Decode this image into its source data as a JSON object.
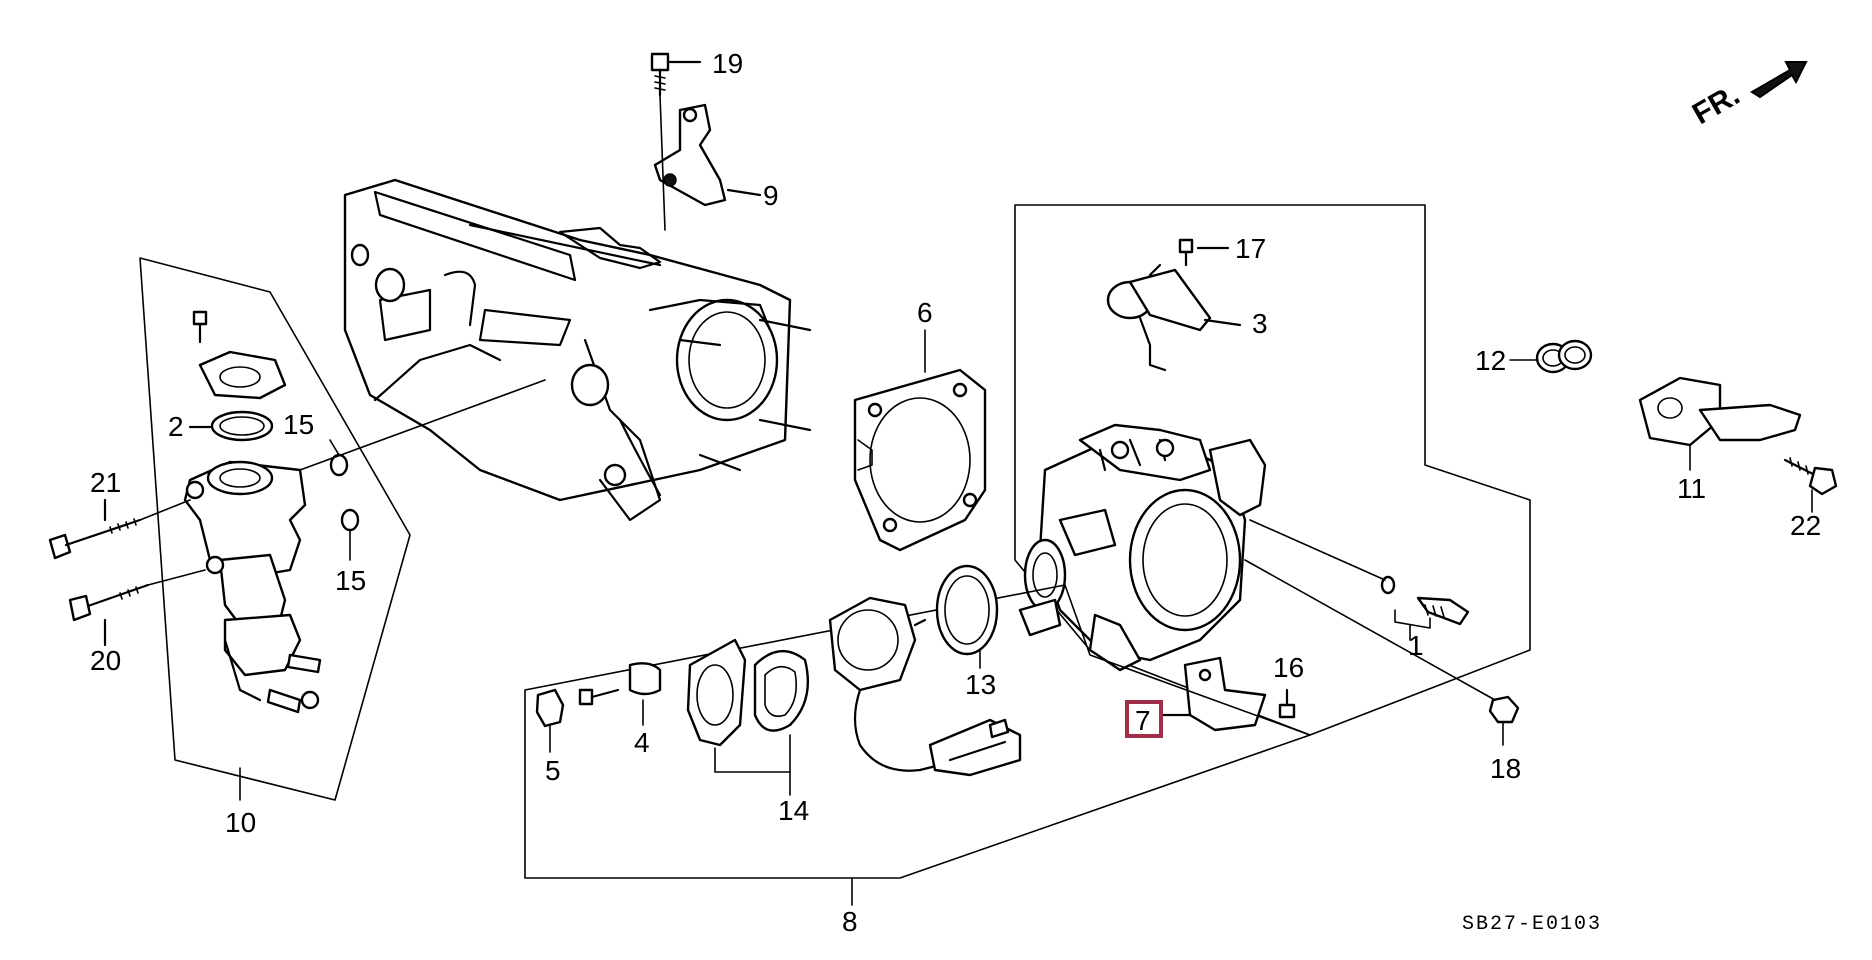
{
  "diagram": {
    "direction_label": "FR.",
    "catalog_code": "SB27-E0103",
    "highlighted_part": "7",
    "highlight_color": "#a0304a",
    "callouts": {
      "c1": "1",
      "c2": "2",
      "c3": "3",
      "c4": "4",
      "c5": "5",
      "c6": "6",
      "c7": "7",
      "c8": "8",
      "c9": "9",
      "c10": "10",
      "c11": "11",
      "c12": "12",
      "c13": "13",
      "c14": "14",
      "c15a": "15",
      "c15b": "15",
      "c16": "16",
      "c17": "17",
      "c18": "18",
      "c19": "19",
      "c20": "20",
      "c21": "21",
      "c22": "22"
    }
  }
}
